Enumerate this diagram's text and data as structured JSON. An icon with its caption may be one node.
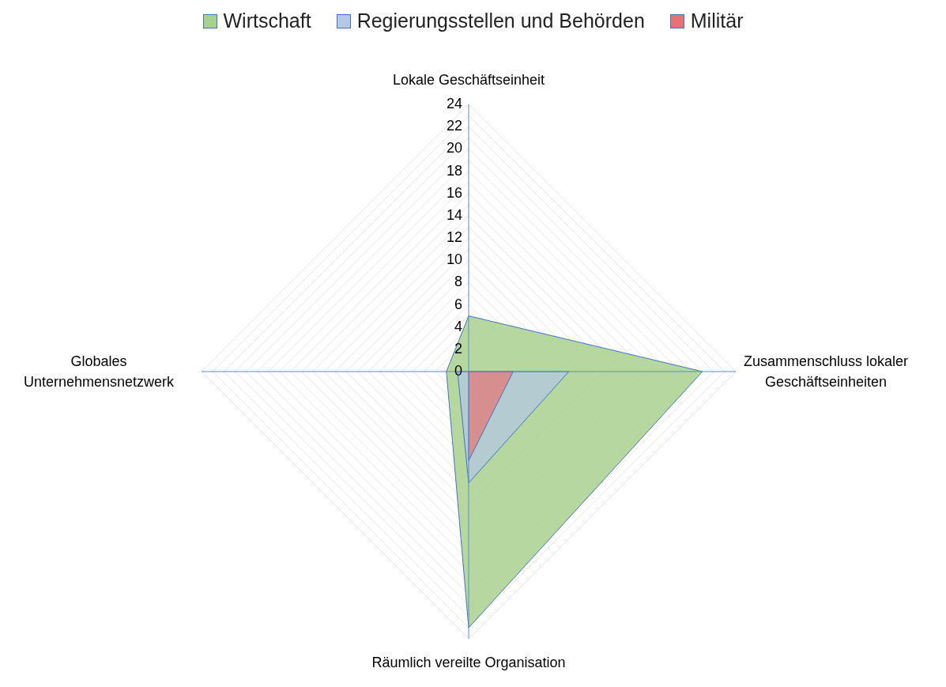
{
  "diagram": {
    "chart_data": {
      "type": "radar",
      "legend": "top",
      "categories": [
        "Lokale Geschäftseinheit",
        "Zusammenschluss lokaler Geschäftseinheiten",
        "Räumlich vereilte Organisation",
        "Globales Unternehmensnetzwerk"
      ],
      "series": [
        {
          "name": "Wirtschaft",
          "color": "#a9d18e",
          "values": [
            5,
            21,
            23,
            2
          ]
        },
        {
          "name": "Regierungsstellen und Behörden",
          "color": "#b4c7e7",
          "values": [
            0,
            9,
            10,
            1
          ]
        },
        {
          "name": "Militär",
          "color": "#e57373",
          "values": [
            0,
            4,
            8,
            0
          ]
        }
      ],
      "ylim": [
        0,
        24
      ],
      "yticks": [
        0,
        2,
        4,
        6,
        8,
        10,
        12,
        14,
        16,
        18,
        20,
        22,
        24
      ]
    }
  }
}
